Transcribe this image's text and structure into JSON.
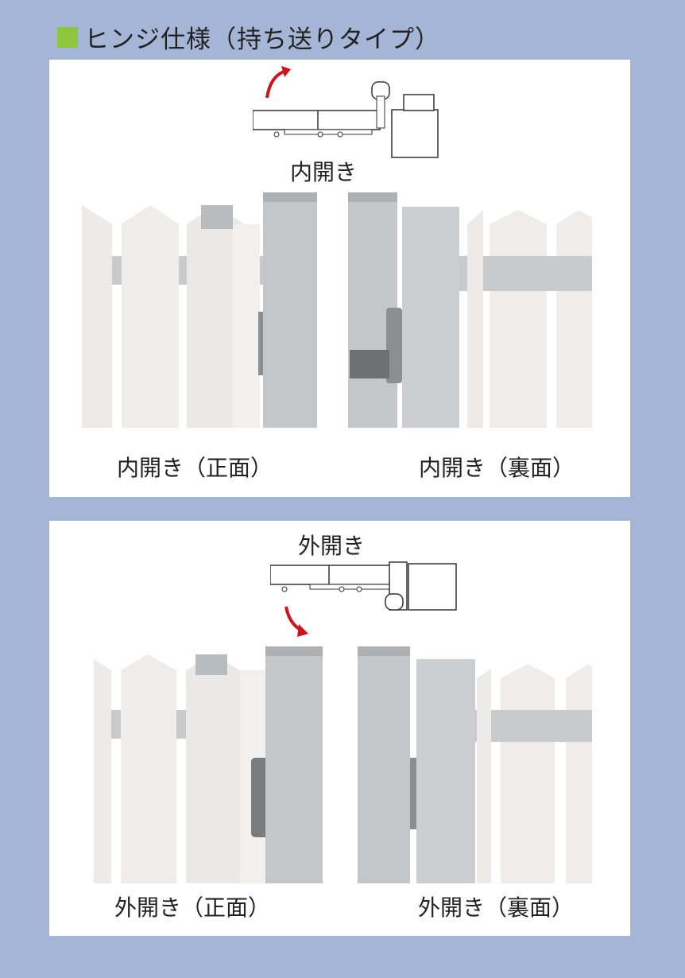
{
  "title": "ヒンジ仕様（持ち送りタイプ）",
  "colors": {
    "background": "#a5b5d5",
    "title_marker": "#8cc63f",
    "arrow": "#d0121b"
  },
  "inward": {
    "diagram_label": "内開き",
    "front_caption": "内開き（正面）",
    "back_caption": "内開き（裏面）"
  },
  "outward": {
    "diagram_label": "外開き",
    "front_caption": "外開き（正面）",
    "back_caption": "外開き（裏面）"
  }
}
